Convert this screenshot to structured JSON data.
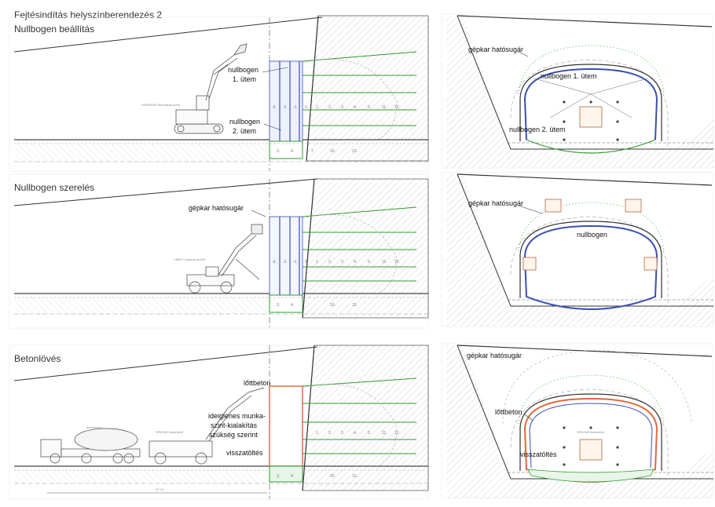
{
  "titles": {
    "main": "Fejtésindítás helyszínberendezés 2",
    "section1": "Nullbogen beállítás",
    "section2": "Nullbogen szerelés",
    "section3": "Betonlövés"
  },
  "section1": {
    "label_arch1_line1": "nullbogen",
    "label_arch1_line2": "1. ütem",
    "label_arch2_line1": "nullbogen",
    "label_arch2_line2": "2. ütem",
    "machine": "LIEBHERR lánctalpas kotró",
    "right_reach": "gépkar hatósugár",
    "right_arch1": "nullbogen 1. ütem",
    "right_arch2": "nullbogen 2. ütem"
  },
  "section2": {
    "reach": "gépkar hatósugár",
    "machine": "HMEC kosaras emelő",
    "right_reach": "gépkar hatósugár",
    "right_arch": "nullbogen"
  },
  "section3": {
    "shotcrete": "lőttbeton",
    "temp_line1": "ideiglenes munka-",
    "temp_line2": "szint-kialakítás",
    "temp_line3": "szükség szerint",
    "backfill": "visszatöltés",
    "mixer": "betonmixer",
    "sprayer": "SPM 500 betonlövő",
    "dimension": "~27,21",
    "right_reach": "gépkar hatósugár",
    "right_shotcrete": "lőttbeton",
    "right_backfill": "visszatöltés",
    "right_machine": "SPM 500 betonlövő"
  },
  "colors": {
    "blue_arch": "#3a4fb0",
    "green_anchor": "#2f9a2f",
    "orange_shotcrete": "#e0683a",
    "soil_hatch": "#bdbdbd",
    "line": "#333333"
  }
}
